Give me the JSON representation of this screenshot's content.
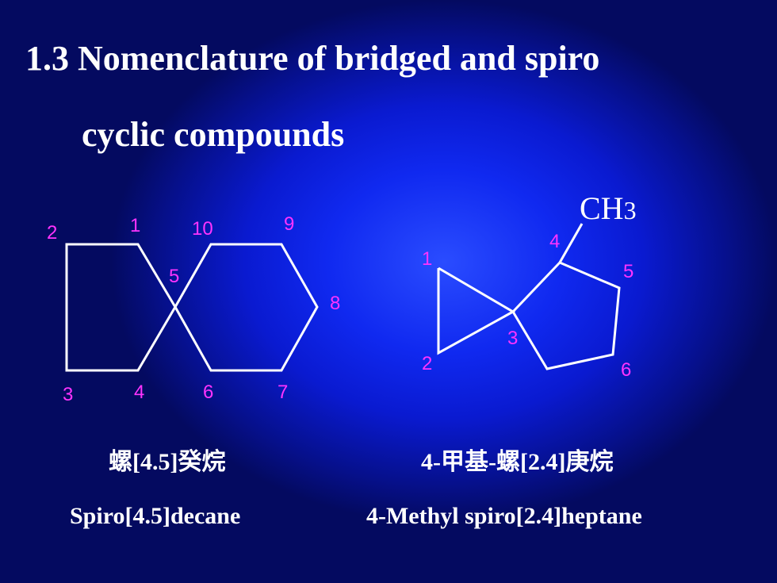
{
  "slide": {
    "title_line1": "1.3 Nomenclature of bridged and spiro",
    "title_line2": "cyclic compounds"
  },
  "spirodecane": {
    "labels": {
      "c1": "1",
      "c2": "2",
      "c3": "3",
      "c4": "4",
      "c5": "5",
      "c6": "6",
      "c7": "7",
      "c8": "8",
      "c9": "9",
      "c10": "10"
    },
    "name_cn": "螺[4.5]癸烷",
    "name_en": "Spiro[4.5]decane"
  },
  "methylspiroheptane": {
    "labels": {
      "c1": "1",
      "c2": "2",
      "c3": "3",
      "c4": "4",
      "c5": "5",
      "c6": "6"
    },
    "substituent": {
      "main": "CH",
      "sub": "3"
    },
    "name_cn": "4-甲基-螺[2.4]庚烷",
    "name_en": "4-Methyl spiro[2.4]heptane"
  },
  "colors": {
    "line": "#ffffff",
    "numbers": "#ff33ff",
    "text": "#ffffff"
  }
}
